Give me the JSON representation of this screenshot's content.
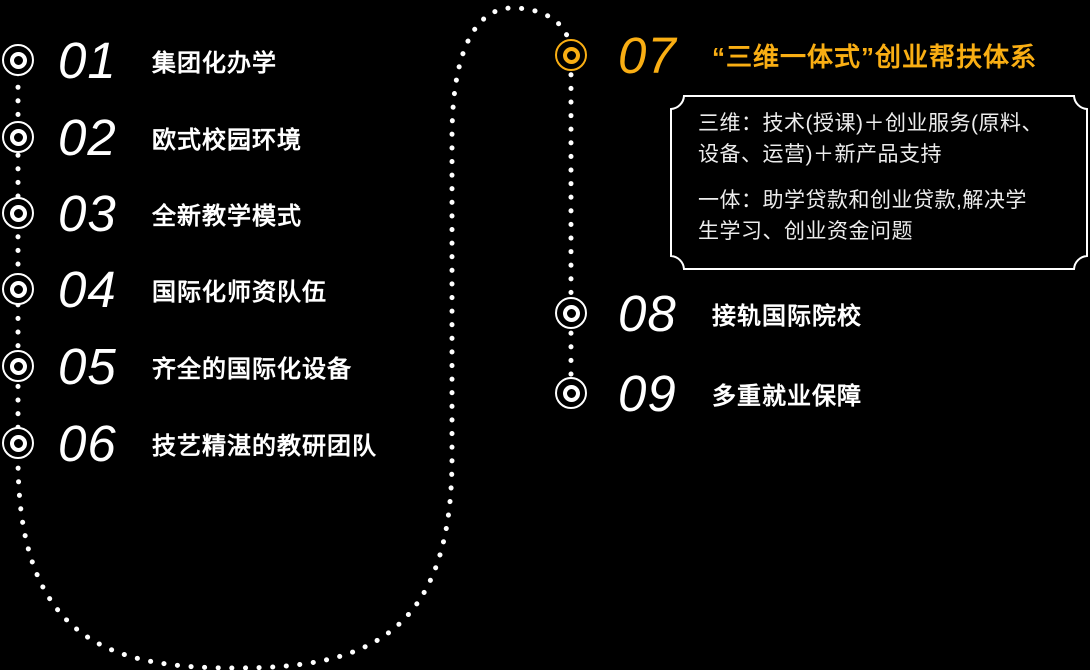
{
  "background": "#000000",
  "accent_color": "#F9AE13",
  "text_color": "#FFFFFF",
  "items_left": [
    {
      "number": "01",
      "label": "集团化办学"
    },
    {
      "number": "02",
      "label": "欧式校园环境"
    },
    {
      "number": "03",
      "label": "全新教学模式"
    },
    {
      "number": "04",
      "label": "国际化师资队伍"
    },
    {
      "number": "05",
      "label": "齐全的国际化设备"
    },
    {
      "number": "06",
      "label": "技艺精湛的教研团队"
    }
  ],
  "items_right": [
    {
      "number": "07",
      "label": "“三维一体式”创业帮扶体系"
    },
    {
      "number": "08",
      "label": "接轨国际院校"
    },
    {
      "number": "09",
      "label": "多重就业保障"
    }
  ],
  "detail_box": {
    "paragraphs": [
      {
        "line1": "三维：技术(授课)＋创业服务(原料、",
        "line2": "设备、运营)＋新产品支持"
      },
      {
        "line1": "一体：助学贷款和创业贷款,解决学",
        "line2": "生学习、创业资金问题"
      }
    ]
  }
}
